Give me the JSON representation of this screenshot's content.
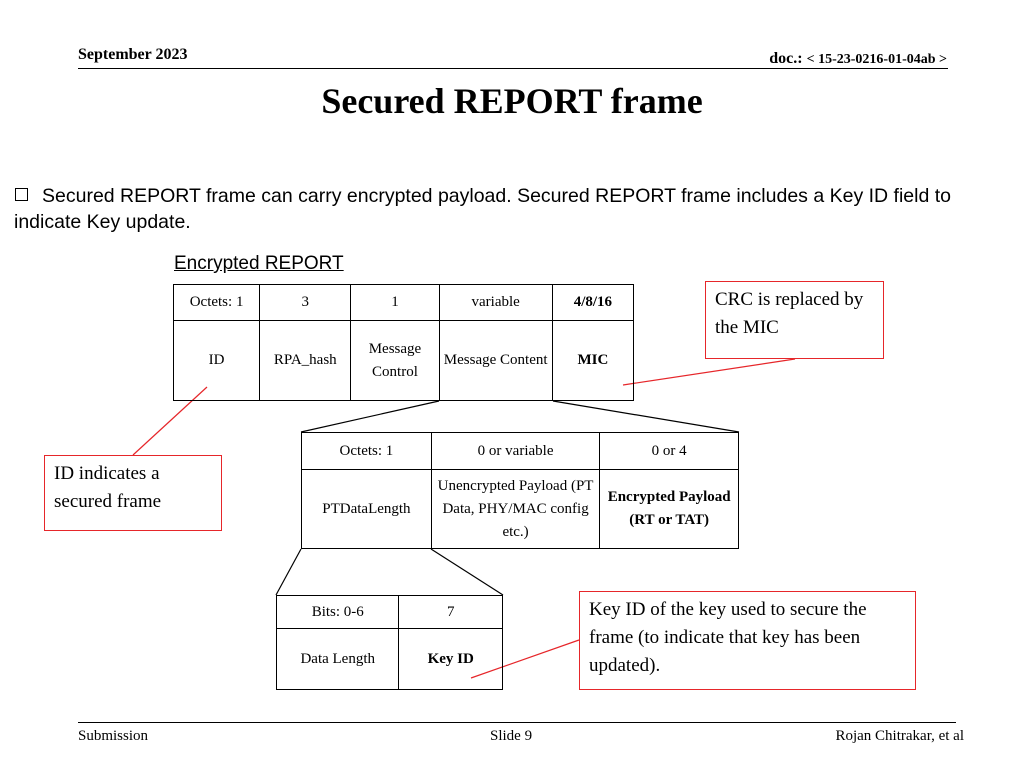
{
  "header": {
    "date": "September 2023",
    "doc_prefix": "doc.: ",
    "doc_id": "< 15-23-0216-01-04ab >"
  },
  "title": "Secured REPORT frame",
  "bullet": {
    "text": "Secured REPORT frame can carry encrypted payload. Secured REPORT frame includes a Key ID field to indicate Key update."
  },
  "encrypted_label": "Encrypted REPORT",
  "frame_table": {
    "headers": [
      "Octets: 1",
      "3",
      "1",
      "variable",
      "4/8/16"
    ],
    "fields": [
      "ID",
      "RPA_hash",
      "Message Control",
      "Message Content",
      "MIC"
    ]
  },
  "payload_table": {
    "headers": [
      "Octets: 1",
      "0 or variable",
      "0 or 4"
    ],
    "fields": [
      "PTDataLength",
      "Unencrypted Payload (PT Data, PHY/MAC config etc.)",
      "Encrypted Payload (RT or TAT)"
    ]
  },
  "bits_table": {
    "headers": [
      "Bits: 0-6",
      "7"
    ],
    "fields": [
      "Data Length",
      "Key ID"
    ]
  },
  "callouts": {
    "crc": "CRC is replaced by the MIC",
    "id": "ID indicates a secured frame",
    "key_id": "Key ID of the key used to secure the frame (to indicate that key has been updated)."
  },
  "colors": {
    "callout_border": "#e6262a",
    "connector_red": "#e6262a"
  },
  "footer": {
    "left": "Submission",
    "center": "Slide 9",
    "right": "Rojan Chitrakar, et al"
  }
}
